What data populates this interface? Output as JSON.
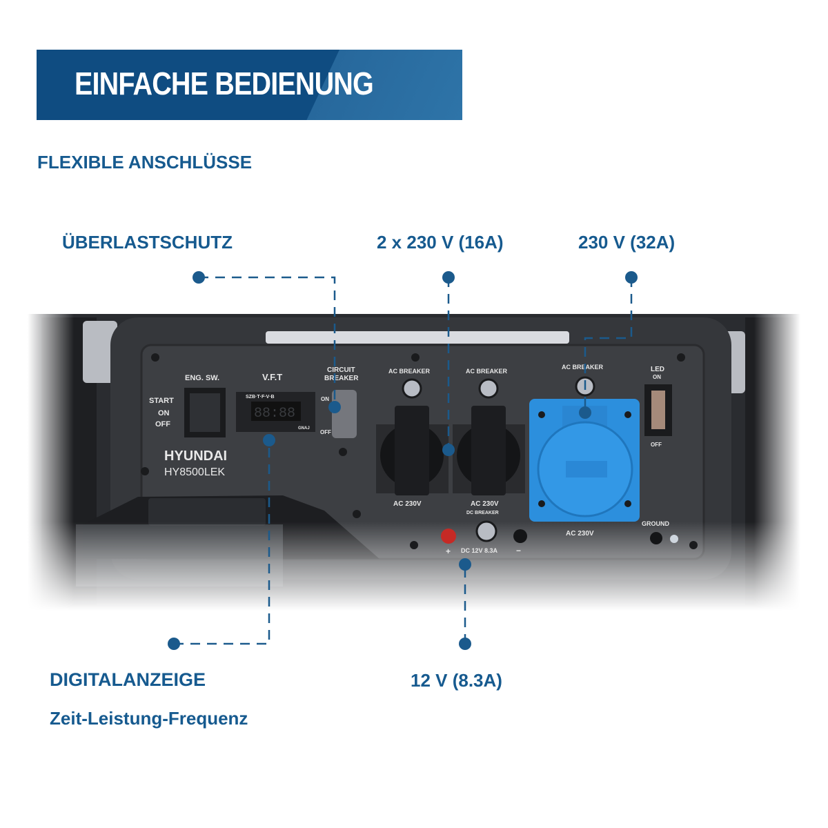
{
  "banner": {
    "title": "EINFACHE BEDIENUNG"
  },
  "subtitle": "FLEXIBLE ANSCHLÜSSE",
  "callouts": {
    "overload": "ÜBERLASTSCHUTZ",
    "sockets_16a": "2 x 230 V (16A)",
    "socket_32a": "230 V (32A)",
    "display": "DIGITALANZEIGE",
    "display_sub": "Zeit-Leistung-Frequenz",
    "dc": "12 V (8.3A)"
  },
  "accent": "#165a8f",
  "panel": {
    "eng_sw": "ENG. SW.",
    "start": "START",
    "on": "ON",
    "off": "OFF",
    "vft": "V.F.T",
    "vft_sub": "SZB·T·F·V·B",
    "vft_adj": "GNAJ",
    "display_digits": "88:88",
    "circuit": "CIRCUIT",
    "breaker": "BREAKER",
    "cb_on": "ON",
    "cb_off": "OFF",
    "brand": "HYUNDAI",
    "model": "HY8500LEK",
    "ac_breaker": "AC BREAKER",
    "ac230": "AC 230V",
    "dc_breaker": "DC BREAKER",
    "dc_label": "DC 12V 8.3A",
    "plus": "+",
    "minus": "−",
    "led": "LED",
    "led_on": "ON",
    "led_off": "OFF",
    "ground": "GROUND"
  }
}
